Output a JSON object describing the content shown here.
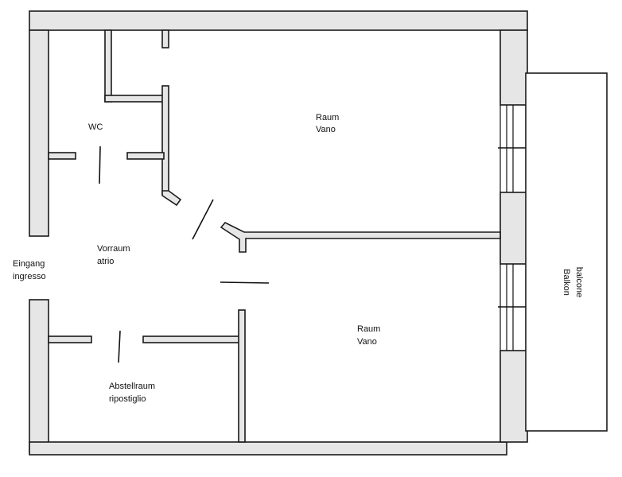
{
  "rooms": {
    "wc": "WC",
    "vorraum": "Vorraum",
    "atrio": "atrio",
    "eingang": "Eingang",
    "ingresso": "ingresso",
    "raum1": "Raum",
    "vano1": "Vano",
    "raum2": "Raum",
    "vano2": "Vano",
    "abstellraum": "Abstellraum",
    "ripostiglio": "ripostiglio",
    "balkon": "Balkon",
    "balcone": "balcone"
  },
  "colors": {
    "wall_fill": "#e6e6e6",
    "line": "#111111"
  }
}
